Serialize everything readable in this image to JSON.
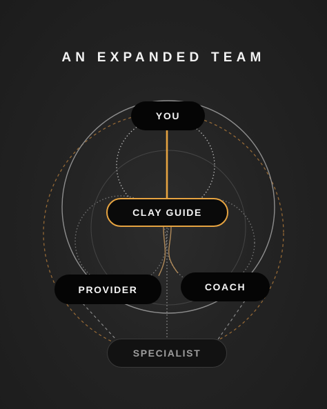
{
  "title": "AN EXPANDED TEAM",
  "nodes": {
    "you": "YOU",
    "guide": "CLAY GUIDE",
    "provider": "PROVIDER",
    "coach": "COACH",
    "specialist": "SPECIALIST"
  },
  "colors": {
    "background": "#1e1e1e",
    "accent": "#e7a441",
    "pill": "#050505",
    "text": "#f4f4f4",
    "muted_text": "#9d9d9d"
  }
}
